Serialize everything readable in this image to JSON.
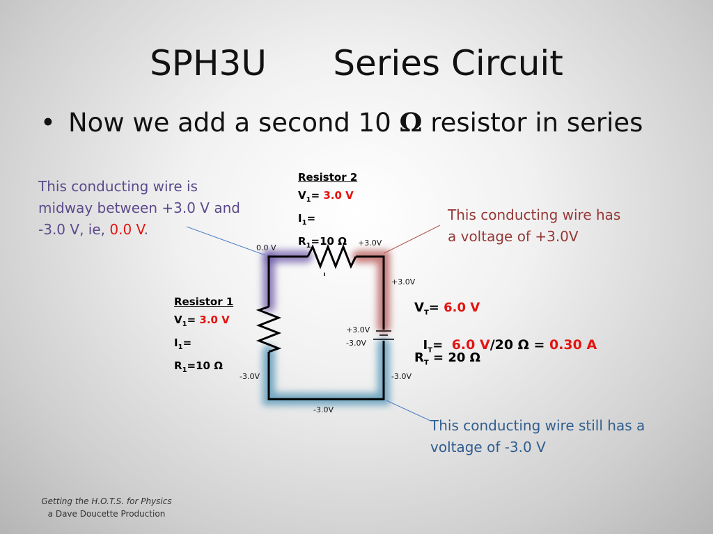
{
  "title": "SPH3U      Series Circuit",
  "bullet": {
    "text_before": "Now we add a second 10 ",
    "omega": "Ω",
    "text_after": " resistor in series"
  },
  "notes": {
    "midway_line1": "This conducting wire is midway between +3.0 V and -3.0 V, ie, ",
    "midway_value": "0.0 V",
    "midway_end": ".",
    "positive": "This conducting wire has a voltage of +3.0V",
    "negative": "This conducting wire still has a voltage of -3.0 V"
  },
  "resistor2": {
    "heading": "Resistor 2",
    "v_label": "V",
    "v_sub": "1",
    "v_eq": "=",
    "v_value": "3.0 V",
    "i_label": "I",
    "i_sub": "1",
    "i_eq": "=",
    "r_label": "R",
    "r_sub": "1",
    "r_value": "=10 Ω"
  },
  "resistor1": {
    "heading": "Resistor 1",
    "v_label": "V",
    "v_sub": "1",
    "v_eq": "=",
    "v_value": "3.0 V",
    "i_label": "I",
    "i_sub": "1",
    "i_eq": "=",
    "r_label": "R",
    "r_sub": "1",
    "r_value": "=10 Ω"
  },
  "totals": {
    "vt_label": "V",
    "vt_sub": "T",
    "vt_eq": "= ",
    "vt_value": "6.0 V",
    "it_label": "I",
    "it_sub": "T",
    "it_eq": "=  ",
    "it_num": "6.0 V",
    "it_rest": "/20 Ω = ",
    "it_value": "0.30 A",
    "rt_label": "R",
    "rt_sub": "T",
    "rt_value": " = 20 Ω"
  },
  "voltages": {
    "top_left": "0.0 V",
    "top_right": "+3.0V",
    "right_upper": "+3.0V",
    "battery_pos": "+3.0V",
    "battery_neg": "-3.0V",
    "left_bottom": "-3.0V",
    "right_bottom": "-3.0V",
    "bottom": "-3.0V"
  },
  "footer": {
    "line1": "Getting the H.O.T.S. for Physics",
    "line2": "a Dave Doucette Production"
  },
  "colors": {
    "red": "#e3140f",
    "purple_text": "#5b4a8a",
    "brown_text": "#953735",
    "blue_text": "#2f5d8f",
    "purple_glow": "#6e5aa8",
    "red_glow": "#b3534f",
    "blue_glow": "#4f93b5"
  }
}
